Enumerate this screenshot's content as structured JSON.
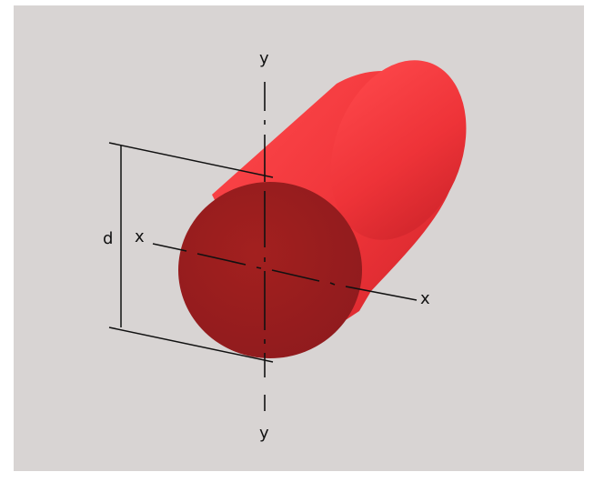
{
  "labels": {
    "y_top": "y",
    "y_bottom": "y",
    "x_left": "x",
    "x_right": "x",
    "diameter": "d"
  },
  "colors": {
    "background": "#d8d4d3",
    "body": "#f0343a",
    "face": "#a11f23",
    "lines": "#111111"
  }
}
